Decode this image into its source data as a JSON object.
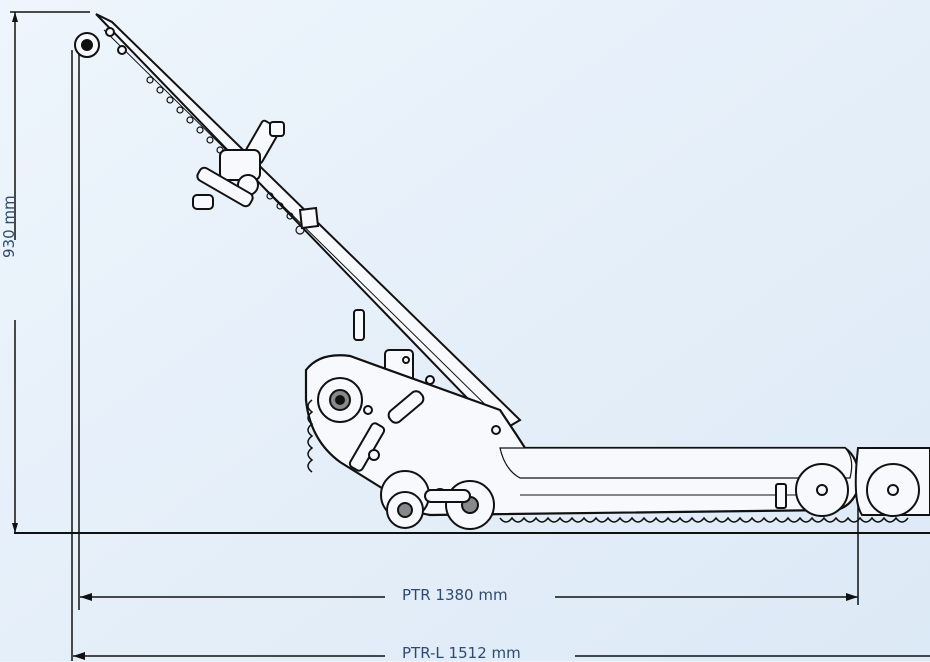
{
  "dimensions": {
    "height_label": "930 mm",
    "ptr_label": "PTR 1380 mm",
    "ptrl_label": "PTR-L 1512 mm"
  },
  "colors": {
    "background": "#eaf2fb",
    "line": "#111111",
    "dimension_text": "#2e4b6f",
    "fill": "#f7f9fc"
  }
}
